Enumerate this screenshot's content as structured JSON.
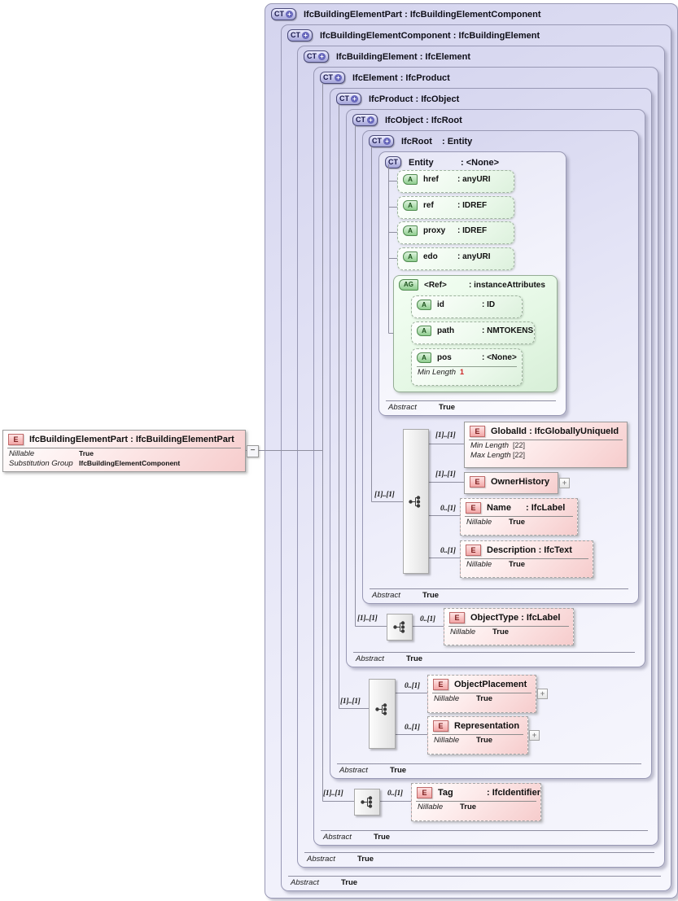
{
  "badges": {
    "complex_type": "CT",
    "element": "E",
    "attribute": "A",
    "attribute_group": "AG"
  },
  "icons": {
    "expand": "+",
    "collapse": "−"
  },
  "labels": {
    "abstract": "Abstract",
    "nillable": "Nillable",
    "substitution_group": "Substitution Group",
    "min_length": "Min Length",
    "max_length": "Max Length"
  },
  "colors": {
    "container_fill": "#e2e2f5",
    "element_fill": "#f6cccc",
    "attribute_fill": "#eefaee",
    "facet_warning": "#cc2222"
  },
  "left_element": {
    "name": "IfcBuildingElementPart",
    "type": ": IfcBuildingElementPart",
    "nillable": "True",
    "substitution_group": "IfcBuildingElementComponent"
  },
  "containers": [
    {
      "name": "IfcBuildingElementPart",
      "type": ": IfcBuildingElementComponent",
      "abstract": ""
    },
    {
      "name": "IfcBuildingElementComponent",
      "type": ": IfcBuildingElement",
      "abstract": "True"
    },
    {
      "name": "IfcBuildingElement",
      "type": ": IfcElement",
      "abstract": "True"
    },
    {
      "name": "IfcElement",
      "type": ": IfcProduct",
      "abstract": "True"
    },
    {
      "name": "IfcProduct",
      "type": ": IfcObject",
      "abstract": "True"
    },
    {
      "name": "IfcObject",
      "type": ": IfcRoot",
      "abstract": "True"
    },
    {
      "name": "IfcRoot",
      "type": ": Entity",
      "abstract": "True"
    },
    {
      "name": "Entity",
      "type": ": <None>",
      "abstract": "True"
    }
  ],
  "entity": {
    "attributes": [
      {
        "name": "href",
        "type": ": anyURI"
      },
      {
        "name": "ref",
        "type": ": IDREF"
      },
      {
        "name": "proxy",
        "type": ": IDREF"
      },
      {
        "name": "edo",
        "type": ": anyURI"
      }
    ],
    "ref_group": {
      "name": "<Ref>",
      "type": ": instanceAttributes",
      "attributes": [
        {
          "name": "id",
          "type": ": ID"
        },
        {
          "name": "path",
          "type": ": NMTOKENS"
        },
        {
          "name": "pos",
          "type": ": <None>",
          "facet_value": "1"
        }
      ]
    }
  },
  "group_cards": {
    "ifcroot": "[1]..[1]",
    "ifcobject": "[1]..[1]",
    "ifcproduct": "[1]..[1]",
    "ifcelement": "[1]..[1]"
  },
  "children": {
    "globalid": {
      "card": "[1]..[1]",
      "name": "GlobalId",
      "type": ": IfcGloballyUniqueId",
      "min_length": "[22]",
      "max_length": "[22]"
    },
    "ownerhistory": {
      "card": "[1]..[1]",
      "name": "OwnerHistory"
    },
    "name": {
      "card": "0..[1]",
      "name": "Name",
      "type": ": IfcLabel",
      "nillable": "True"
    },
    "description": {
      "card": "0..[1]",
      "name": "Description",
      "type": ": IfcText",
      "nillable": "True"
    },
    "objecttype": {
      "card": "0..[1]",
      "name": "ObjectType",
      "type": ": IfcLabel",
      "nillable": "True"
    },
    "objectplacement": {
      "card": "0..[1]",
      "name": "ObjectPlacement",
      "nillable": "True"
    },
    "representation": {
      "card": "0..[1]",
      "name": "Representation",
      "nillable": "True"
    },
    "tag": {
      "card": "0..[1]",
      "name": "Tag",
      "type": ": IfcIdentifier",
      "nillable": "True"
    }
  }
}
